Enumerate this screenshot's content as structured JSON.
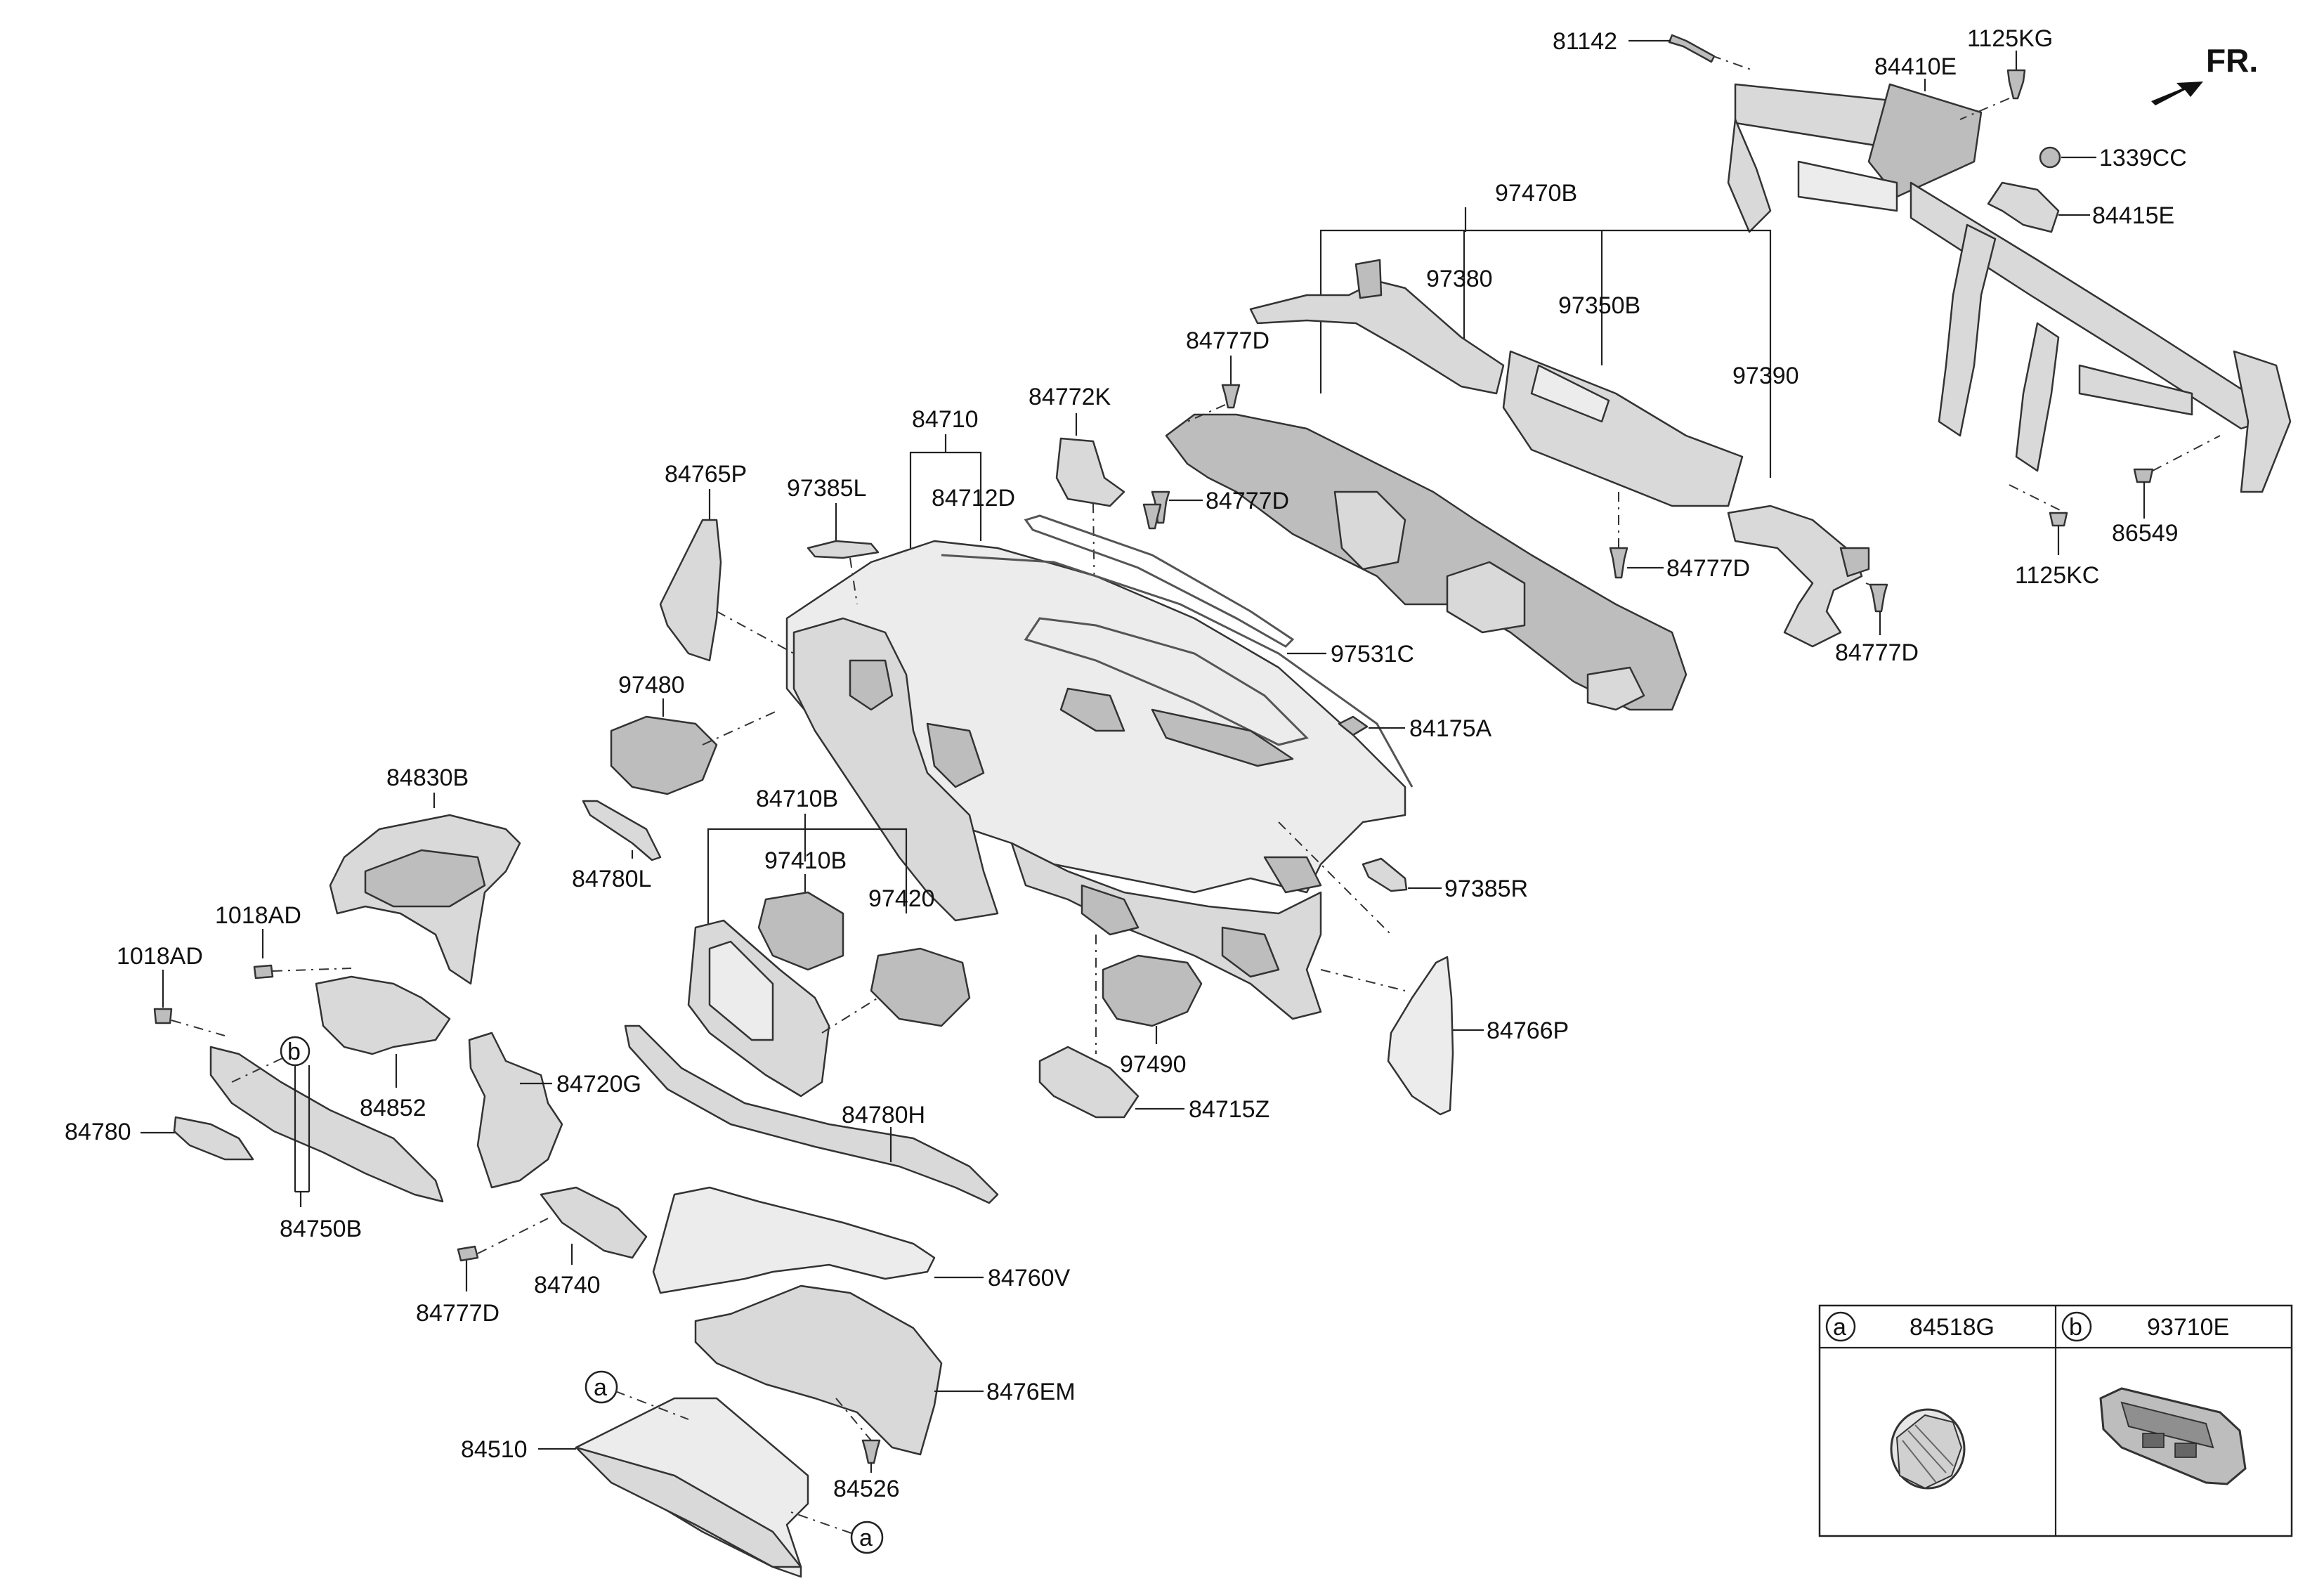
{
  "orientation_label": "FR.",
  "labels": {
    "p81142": "81142",
    "p1125KG": "1125KG",
    "p84410E": "84410E",
    "p1339CC": "1339CC",
    "p84415E": "84415E",
    "p97470B": "97470B",
    "p97380": "97380",
    "p97350B": "97350B",
    "p97390": "97390",
    "p84777D_1": "84777D",
    "p84777D_2": "84777D",
    "p84777D_3": "84777D",
    "p84777D_4": "84777D",
    "p84777D_5": "84777D",
    "p84772K": "84772K",
    "p86549": "86549",
    "p1125KC": "1125KC",
    "p84710": "84710",
    "p84712D": "84712D",
    "p84765P": "84765P",
    "p97385L": "97385L",
    "p97531C": "97531C",
    "p84175A": "84175A",
    "p97480": "97480",
    "p84830B": "84830B",
    "p84710B": "84710B",
    "p97410B": "97410B",
    "p97420": "97420",
    "p97385R": "97385R",
    "p84780L": "84780L",
    "p1018AD_1": "1018AD",
    "p1018AD_2": "1018AD",
    "p84852": "84852",
    "p84720G": "84720G",
    "p97490": "97490",
    "p84766P": "84766P",
    "p84780": "84780",
    "p84750B": "84750B",
    "p84780H": "84780H",
    "p84715Z": "84715Z",
    "p84740": "84740",
    "p84760V": "84760V",
    "p84476EM": "8476EM",
    "p84510": "84510",
    "p84526": "84526"
  },
  "callouts": {
    "a1": "a",
    "a2": "a",
    "b1": "b"
  },
  "legend": {
    "a_letter": "a",
    "a_part": "84518G",
    "b_letter": "b",
    "b_part": "93710E"
  }
}
